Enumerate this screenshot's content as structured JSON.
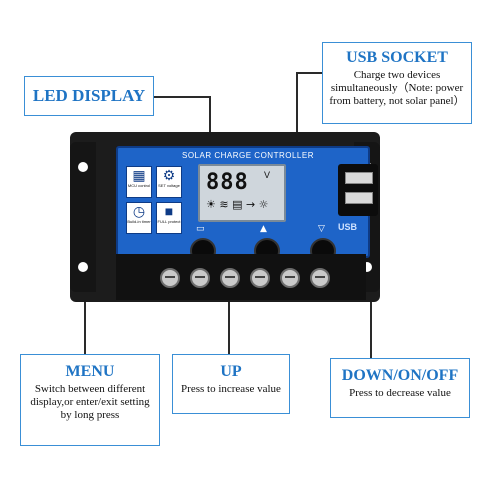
{
  "callouts": {
    "led_display": {
      "title": "LED DISPLAY"
    },
    "usb_socket": {
      "title": "USB SOCKET",
      "description": "Charge two devices simultaneously（Note: power from battery,  not solar panel）"
    },
    "menu": {
      "title": "MENU",
      "description": "Switch between different display,or enter/exit setting by long press"
    },
    "up": {
      "title": "UP",
      "description": "Press to increase value"
    },
    "down": {
      "title": "DOWN/ON/OFF",
      "description": "Press to decrease value"
    }
  },
  "controller": {
    "panel_title": "SOLAR CHARGE CONTROLLER",
    "lcd_digits": "888",
    "lcd_unit": "V",
    "usb_label": "USB",
    "features": [
      {
        "icon": "mcu-chip-icon",
        "label": "MCU control"
      },
      {
        "icon": "gear-icon",
        "label": "SET voltage"
      },
      {
        "icon": "clock-icon",
        "label": "Build-in timer"
      },
      {
        "icon": "lock-icon",
        "label": "FULL protect"
      }
    ]
  },
  "colors": {
    "callout_title": "#1f74c4",
    "callout_border": "#3a8fd6",
    "panel_blue": "#1e64c8"
  }
}
